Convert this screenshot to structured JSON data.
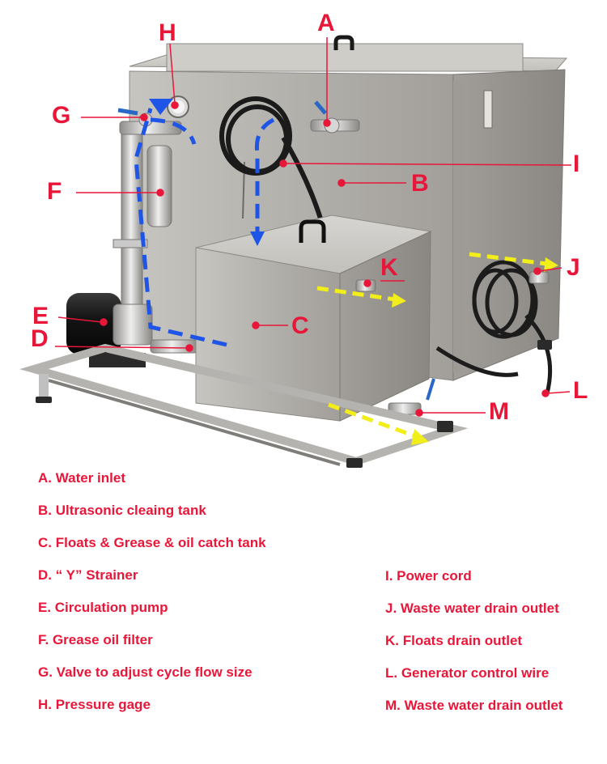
{
  "callouts": {
    "A": "A",
    "B": "B",
    "C": "C",
    "D": "D",
    "E": "E",
    "F": "F",
    "G": "G",
    "H": "H",
    "I": "I",
    "J": "J",
    "K": "K",
    "L": "L",
    "M": "M"
  },
  "legend": [
    "A. Water inlet",
    "B. Ultrasonic cleaing tank",
    "C. Floats & Grease & oil catch tank",
    "D. “ Y” Strainer",
    "E. Circulation pump",
    "F. Grease oil filter",
    "G. Valve to adjust cycle flow size",
    "H. Pressure gage",
    "I.   Power cord",
    "J. Waste water drain outlet",
    "K. Floats drain outlet",
    "L. Generator control wire",
    "M. Waste water drain outlet"
  ],
  "colors": {
    "label": "#e8173a",
    "flow_arrow": "#1f55e6",
    "drain_arrow": "#f2ee1a",
    "steel": "#b9b7b2"
  }
}
